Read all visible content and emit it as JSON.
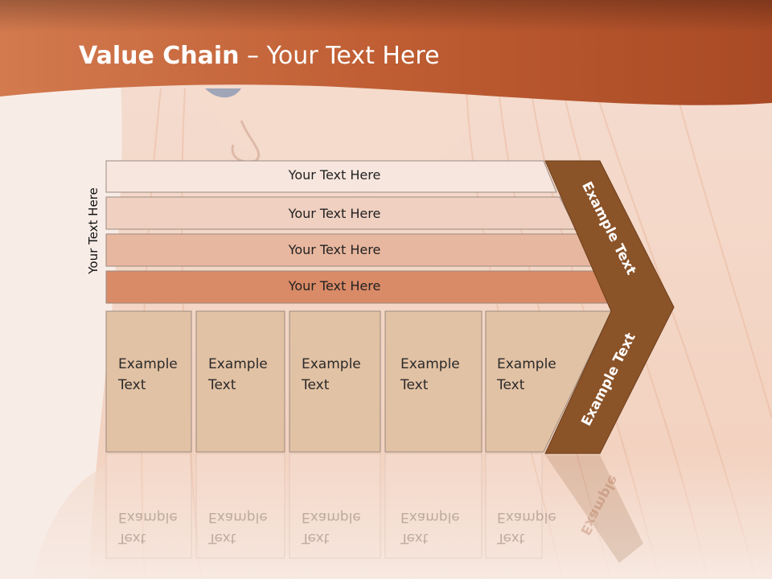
{
  "slide": {
    "title_bold": "Value Chain",
    "title_rest": " – Your Text Here",
    "vertical_label": "Your Text Here"
  },
  "rows": [
    {
      "label": "Your Text Here",
      "color": "#f7e6de"
    },
    {
      "label": "Your Text Here",
      "color": "#f0d0c0"
    },
    {
      "label": "Your Text Here",
      "color": "#e8b79f"
    },
    {
      "label": "Your Text Here",
      "color": "#d98a66"
    }
  ],
  "boxes": [
    {
      "line1": "Example",
      "line2": "Text"
    },
    {
      "line1": "Example",
      "line2": "Text"
    },
    {
      "line1": "Example",
      "line2": "Text"
    },
    {
      "line1": "Example",
      "line2": "Text"
    },
    {
      "line1": "Example",
      "line2": "Text"
    }
  ],
  "chevron": {
    "upper_label": "Example Text",
    "lower_label": "Example Text",
    "reflection_label": "Example",
    "color": "#8b5328"
  },
  "colors": {
    "header": "#c2633a",
    "box_fill": "#e2c2a4",
    "background": "#f8ece6"
  }
}
